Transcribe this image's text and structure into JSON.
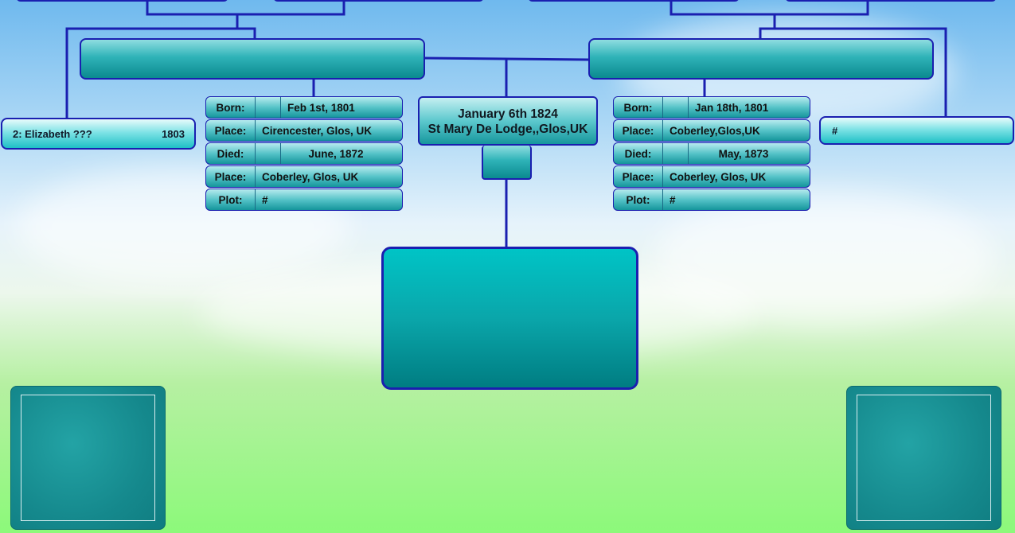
{
  "marriage": {
    "date": "January 6th 1824",
    "place": "St Mary De Lodge,,Glos,UK"
  },
  "left_spouse_other": {
    "name": "2: Elizabeth  ???",
    "year": "1803"
  },
  "right_spouse_other": {
    "name": "#"
  },
  "left_person": {
    "born_label": "Born:",
    "born_value": "Feb 1st, 1801",
    "place1_label": "Place:",
    "place1_value": "Cirencester, Glos, UK",
    "died_label": "Died:",
    "died_value": "June, 1872",
    "place2_label": "Place:",
    "place2_value": "Coberley, Glos, UK",
    "plot_label": "Plot:",
    "plot_value": "#"
  },
  "right_person": {
    "born_label": "Born:",
    "born_value": "Jan  18th, 1801",
    "place1_label": "Place:",
    "place1_value": "Coberley,Glos,UK",
    "died_label": "Died:",
    "died_value": "May, 1873",
    "place2_label": "Place:",
    "place2_value": "Coberley, Glos, UK",
    "plot_label": "Plot:",
    "plot_value": "#"
  },
  "colors": {
    "connector": "#1a1fb0",
    "teal": "#0b8a8f",
    "bright_teal": "#00c4c6"
  }
}
